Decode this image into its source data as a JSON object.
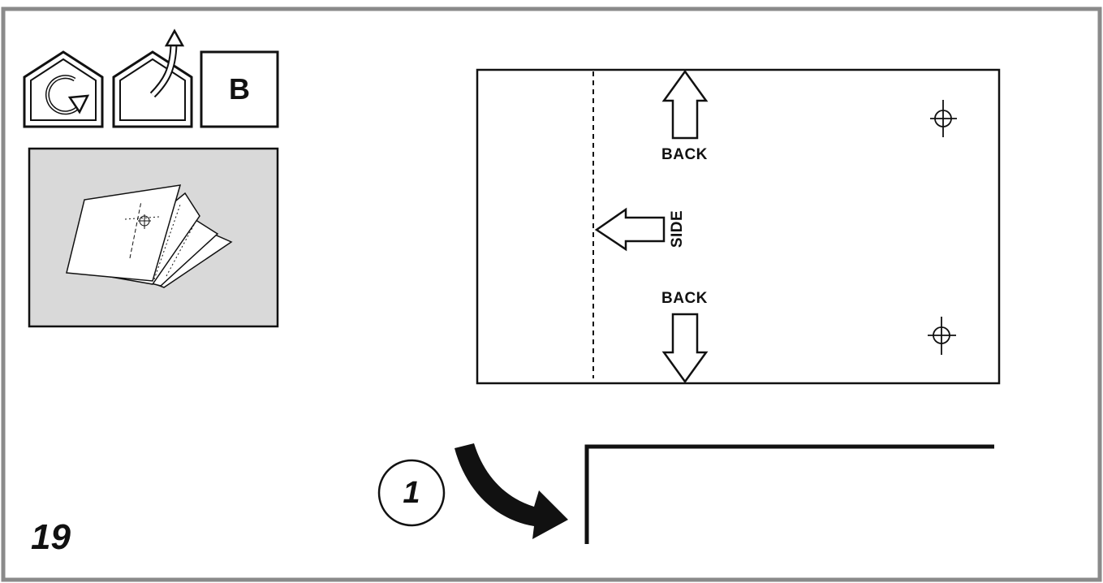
{
  "page": {
    "number": "19"
  },
  "header_icons": [
    {
      "name": "house-rotate-icon"
    },
    {
      "name": "house-exit-arrow-icon"
    }
  ],
  "label_box": {
    "letter": "B"
  },
  "diagram": {
    "labels": {
      "back_top": "BACK",
      "back_bottom": "BACK",
      "side": "SIDE"
    }
  },
  "step": {
    "number": "1"
  },
  "colors": {
    "stroke": "#111111",
    "frame": "#8a8a8a",
    "thumbnail_bg": "#d9d9d9"
  }
}
